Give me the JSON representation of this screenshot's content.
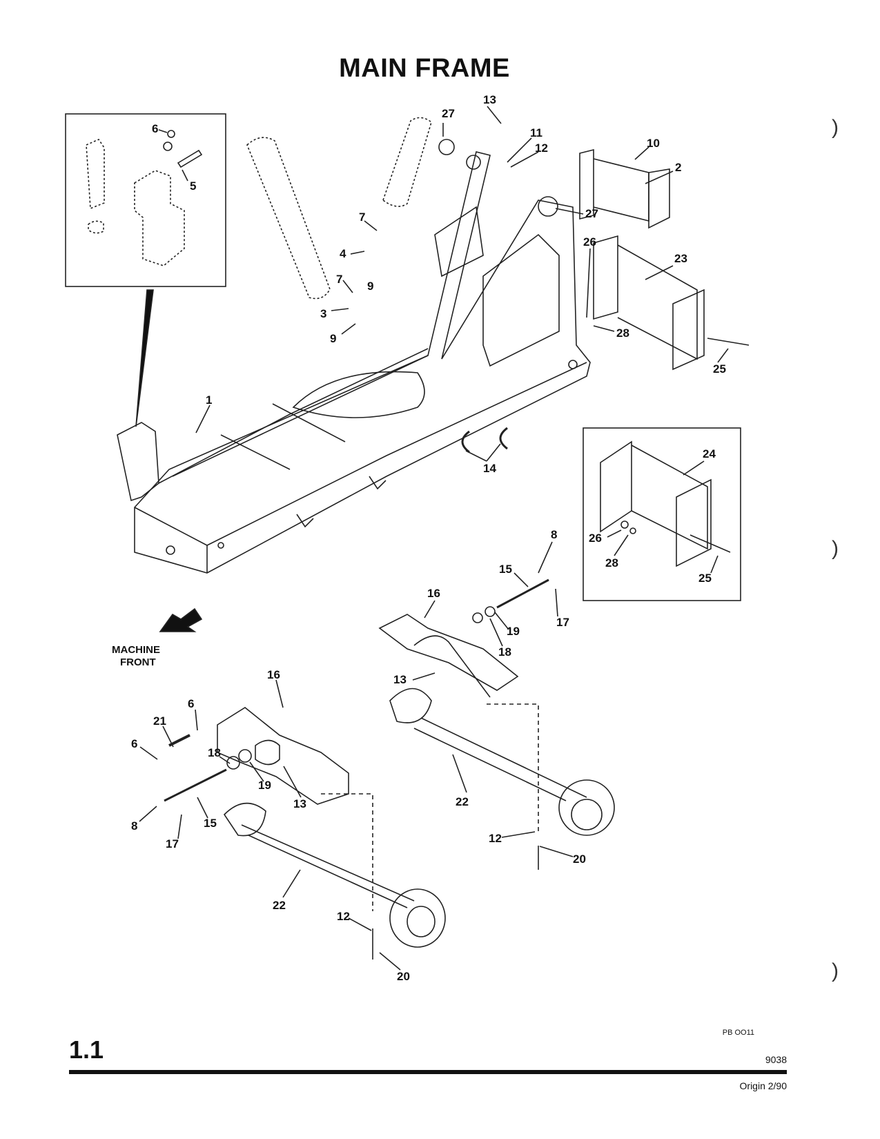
{
  "title": "MAIN FRAME",
  "machine_front_label_1": "MACHINE",
  "machine_front_label_2": "FRONT",
  "callouts": [
    "13",
    "27",
    "11",
    "12",
    "6",
    "5",
    "10",
    "2",
    "27",
    "7",
    "4",
    "9",
    "26",
    "23",
    "7",
    "3",
    "9",
    "28",
    "25",
    "1",
    "14",
    "24",
    "8",
    "15",
    "26",
    "28",
    "25",
    "16",
    "17",
    "19",
    "18",
    "13",
    "16",
    "6",
    "21",
    "6",
    "18",
    "19",
    "13",
    "8",
    "15",
    "17",
    "22",
    "22",
    "12",
    "20",
    "12",
    "20"
  ],
  "footer": {
    "plate_code": "PB OO11",
    "page_number": "1.1",
    "doc_number": "9038",
    "origin": "Origin 2/90"
  }
}
